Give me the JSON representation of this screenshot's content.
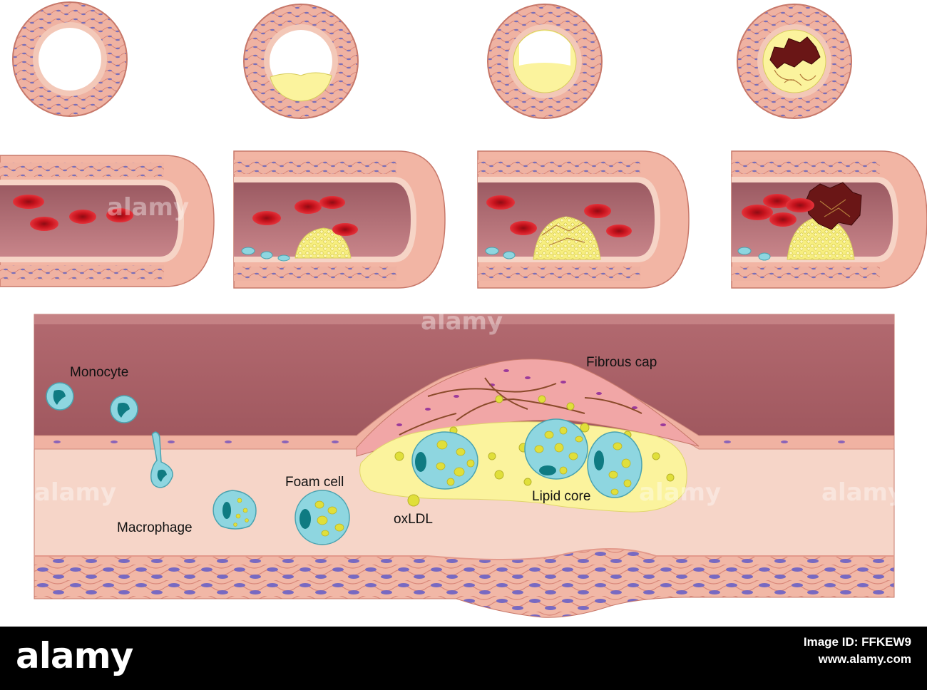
{
  "labels": {
    "monocyte": "Monocyte",
    "macrophage": "Macrophage",
    "foam_cell": "Foam cell",
    "oxldl": "oxLDL",
    "lipid_core": "Lipid core",
    "fibrous_cap": "Fibrous cap"
  },
  "stages": [
    "normal",
    "fatty-streak",
    "fibrous-plaque",
    "thrombus"
  ],
  "watermark": "alamy",
  "footer": {
    "brand": "alamy",
    "image_id": "Image ID: FFKEW9",
    "site": "www.alamy.com"
  },
  "colors": {
    "vessel_wall": "#efb4a2",
    "muscle_layer": "#e79d8c",
    "lumen": "#b55f69",
    "intima": "#f6d4c6",
    "blood_cell": "#d71e2a",
    "lipid": "#fbf39d",
    "macrophage": "#8ed6e0",
    "thrombus": "#6a1616"
  }
}
